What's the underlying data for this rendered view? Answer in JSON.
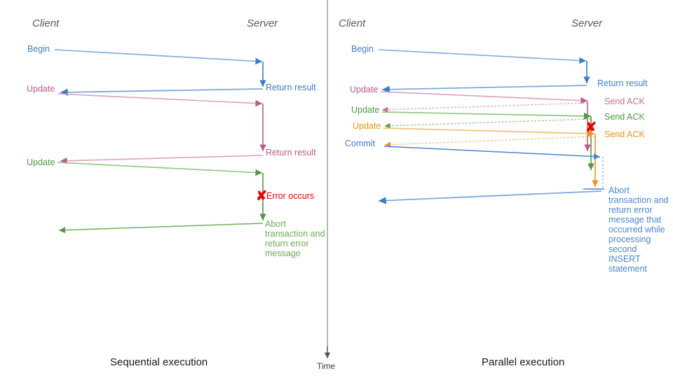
{
  "figure": {
    "title_left": "Sequential execution",
    "title_right": "Parallel execution",
    "time_axis_label": "Time",
    "divider_color": "#808080"
  },
  "colors": {
    "blue": "#3d7cc9",
    "blue_light": "#7aaadc",
    "pink": "#c0588c",
    "pink_light": "#d9a0bf",
    "green": "#4e9a3d",
    "green_light": "#8fc67e",
    "orange": "#e8961e",
    "orange_light": "#f3bf74",
    "red": "#ee0000",
    "header_gray": "#595959",
    "caption_black": "#1a1a1a"
  },
  "left_panel": {
    "caption": "Sequential execution",
    "lanes": [
      {
        "name": "client",
        "label": "Client"
      },
      {
        "name": "server",
        "label": "Server"
      }
    ],
    "messages": [
      {
        "id": "begin",
        "label": "Begin",
        "color": "blue",
        "direction": "client-to-server"
      },
      {
        "id": "return-result-1",
        "label": "Return result",
        "color": "blue",
        "direction": "server-to-client"
      },
      {
        "id": "update-1",
        "label": "Update",
        "color": "pink",
        "direction": "client-to-server"
      },
      {
        "id": "return-result-2",
        "label": "Return result",
        "color": "pink",
        "direction": "server-to-client"
      },
      {
        "id": "update-2",
        "label": "Update",
        "color": "green",
        "direction": "client-to-server"
      },
      {
        "id": "error",
        "label": "Error occurs",
        "color": "red",
        "direction": "marker"
      },
      {
        "id": "abort",
        "label": "Abort transaction and return error message",
        "color": "green",
        "direction": "server-to-client"
      }
    ]
  },
  "right_panel": {
    "caption": "Parallel execution",
    "lanes": [
      {
        "name": "client",
        "label": "Client"
      },
      {
        "name": "server",
        "label": "Server"
      }
    ],
    "messages": [
      {
        "id": "begin",
        "label": "Begin",
        "color": "blue",
        "direction": "client-to-server"
      },
      {
        "id": "return-result",
        "label": "Return result",
        "color": "blue",
        "direction": "server-to-client"
      },
      {
        "id": "update-1",
        "label": "Update",
        "color": "pink",
        "direction": "client-to-server"
      },
      {
        "id": "send-ack-1",
        "label": "Send ACK",
        "color": "pink",
        "direction": "server-to-client"
      },
      {
        "id": "update-2",
        "label": "Update",
        "color": "green",
        "direction": "client-to-server"
      },
      {
        "id": "send-ack-2",
        "label": "Send ACK",
        "color": "green",
        "direction": "server-to-client"
      },
      {
        "id": "update-3",
        "label": "Update",
        "color": "orange",
        "direction": "client-to-server"
      },
      {
        "id": "send-ack-3",
        "label": "Send ACK",
        "color": "orange",
        "direction": "server-to-client"
      },
      {
        "id": "error",
        "label": "X",
        "color": "red",
        "direction": "marker"
      },
      {
        "id": "commit",
        "label": "Commit",
        "color": "blue",
        "direction": "client-to-server"
      },
      {
        "id": "abort",
        "label": "Abort transaction and return error message that occurred while processing second INSERT statement",
        "color": "blue",
        "direction": "server-to-client"
      }
    ]
  }
}
